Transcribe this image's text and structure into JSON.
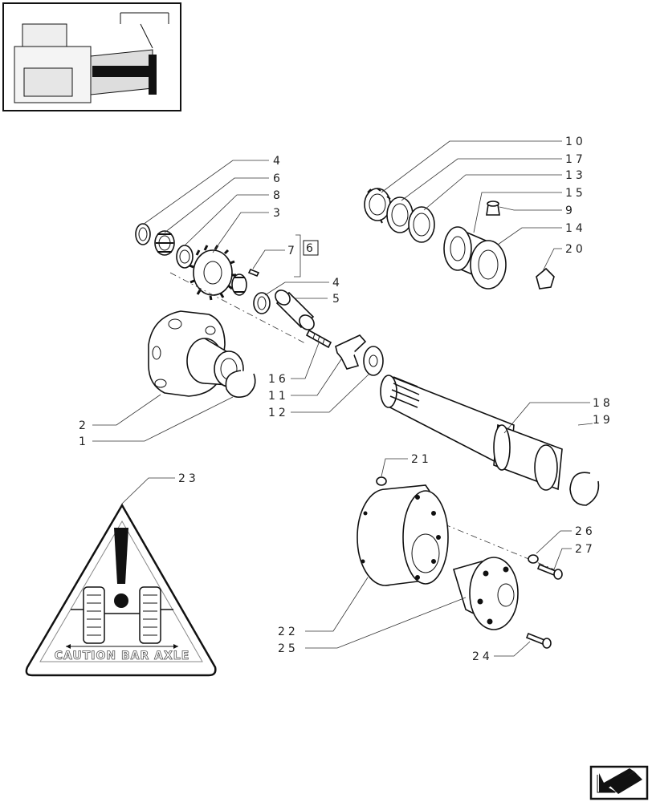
{
  "callouts": [
    {
      "id": "c4a",
      "text": "4"
    },
    {
      "id": "c6",
      "text": "6"
    },
    {
      "id": "c8",
      "text": "8"
    },
    {
      "id": "c3",
      "text": "3"
    },
    {
      "id": "c7",
      "text": "7"
    },
    {
      "id": "c6box",
      "text": "6"
    },
    {
      "id": "c4b",
      "text": "4"
    },
    {
      "id": "c5",
      "text": "5"
    },
    {
      "id": "c16",
      "text": "16"
    },
    {
      "id": "c11",
      "text": "11"
    },
    {
      "id": "c12",
      "text": "12"
    },
    {
      "id": "c2",
      "text": "2"
    },
    {
      "id": "c1",
      "text": "1"
    },
    {
      "id": "c10",
      "text": "10"
    },
    {
      "id": "c17",
      "text": "17"
    },
    {
      "id": "c13",
      "text": "13"
    },
    {
      "id": "c15",
      "text": "15"
    },
    {
      "id": "c9",
      "text": "9"
    },
    {
      "id": "c14",
      "text": "14"
    },
    {
      "id": "c20",
      "text": "20"
    },
    {
      "id": "c18",
      "text": "18"
    },
    {
      "id": "c19",
      "text": "19"
    },
    {
      "id": "c21",
      "text": "21"
    },
    {
      "id": "c23",
      "text": "23"
    },
    {
      "id": "c26",
      "text": "26"
    },
    {
      "id": "c27",
      "text": "27"
    },
    {
      "id": "c22",
      "text": "22"
    },
    {
      "id": "c25",
      "text": "25"
    },
    {
      "id": "c24",
      "text": "24"
    }
  ],
  "warning_sign": {
    "text": "CAUTION BAR AXLE",
    "icon": "exclamation-axle-icon"
  },
  "nav": {
    "icon": "next-page-arrow-icon"
  },
  "thumbnail": {
    "icon": "tractor-transmission-thumbnail"
  }
}
